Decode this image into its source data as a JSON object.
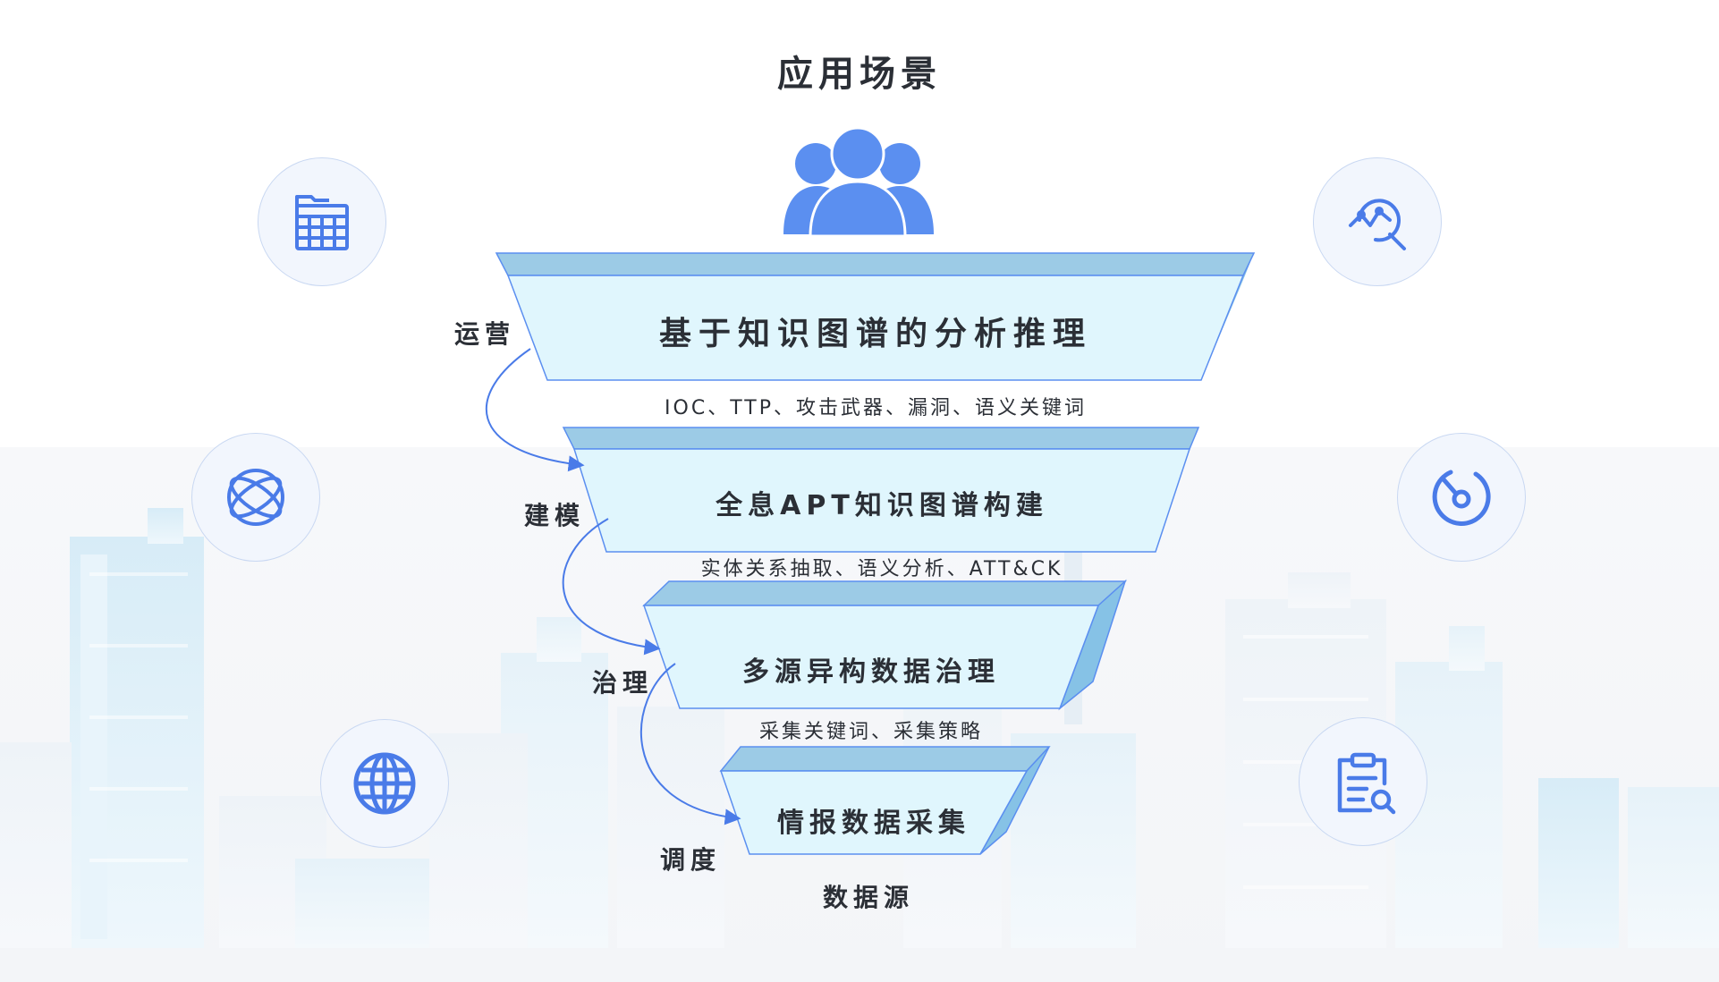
{
  "title": "应用场景",
  "tiers": [
    {
      "label": "基于知识图谱的分析推理",
      "sublabel": "IOC、TTP、攻击武器、漏洞、语义关键词"
    },
    {
      "label": "全息APT知识图谱构建",
      "sublabel": "实体关系抽取、语义分析、ATT&CK"
    },
    {
      "label": "多源异构数据治理",
      "sublabel": "采集关键词、采集策略"
    },
    {
      "label": "情报数据采集",
      "sublabel": ""
    }
  ],
  "bottom_label": "数据源",
  "flow_steps": [
    "运营",
    "建模",
    "治理",
    "调度"
  ],
  "icons": {
    "top_center": "users-group-icon",
    "left": [
      "database-table-icon",
      "orbit-globe-icon",
      "globe-icon"
    ],
    "right": [
      "analytics-search-icon",
      "radar-scan-icon",
      "clipboard-search-icon"
    ]
  },
  "colors": {
    "accent": "#5b8ff0",
    "icon_stroke": "#4a7be8",
    "tier_front": "#e0f6fd",
    "tier_top": "#9ccbe6",
    "tier_side": "#86c2e6",
    "tier_edge": "#5b8ff0"
  }
}
